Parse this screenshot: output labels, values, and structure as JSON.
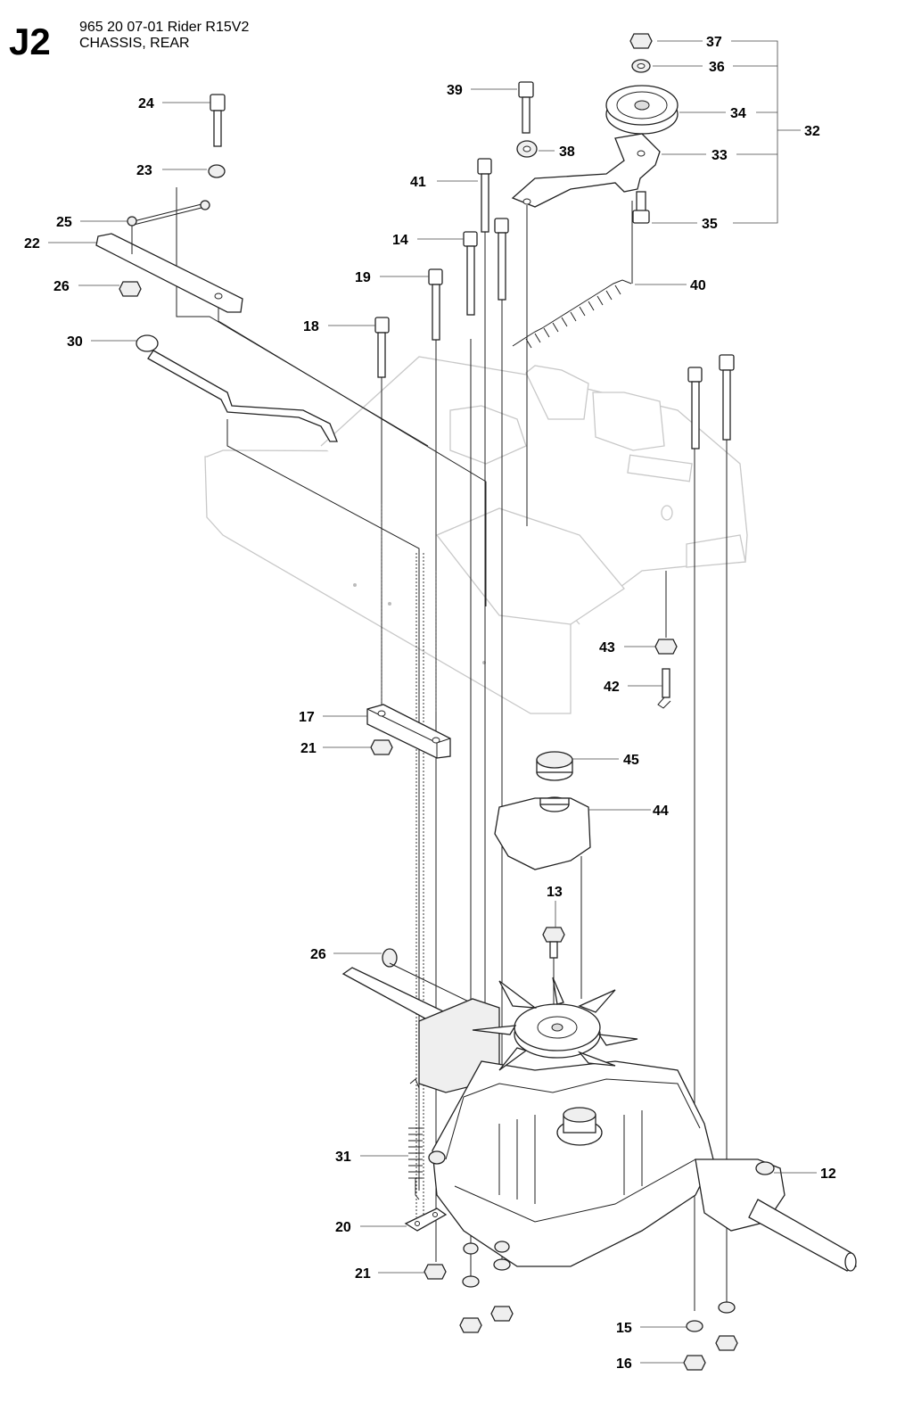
{
  "header": {
    "page_code": "J2",
    "part_number_line": "965 20 07-01 Rider R15V2",
    "section_title": "CHASSIS, REAR"
  },
  "callouts": {
    "c37": "37",
    "c36": "36",
    "c34": "34",
    "c32": "32",
    "c33": "33",
    "c35": "35",
    "c39": "39",
    "c38": "38",
    "c41": "41",
    "c14": "14",
    "c19": "19",
    "c18": "18",
    "c40": "40",
    "c24": "24",
    "c23": "23",
    "c25": "25",
    "c22": "22",
    "c26a": "26",
    "c30": "30",
    "c43": "43",
    "c42": "42",
    "c17": "17",
    "c21a": "21",
    "c45": "45",
    "c44": "44",
    "c13": "13",
    "c26b": "26",
    "c31": "31",
    "c20": "20",
    "c21b": "21",
    "c12": "12",
    "c15": "15",
    "c16": "16"
  }
}
